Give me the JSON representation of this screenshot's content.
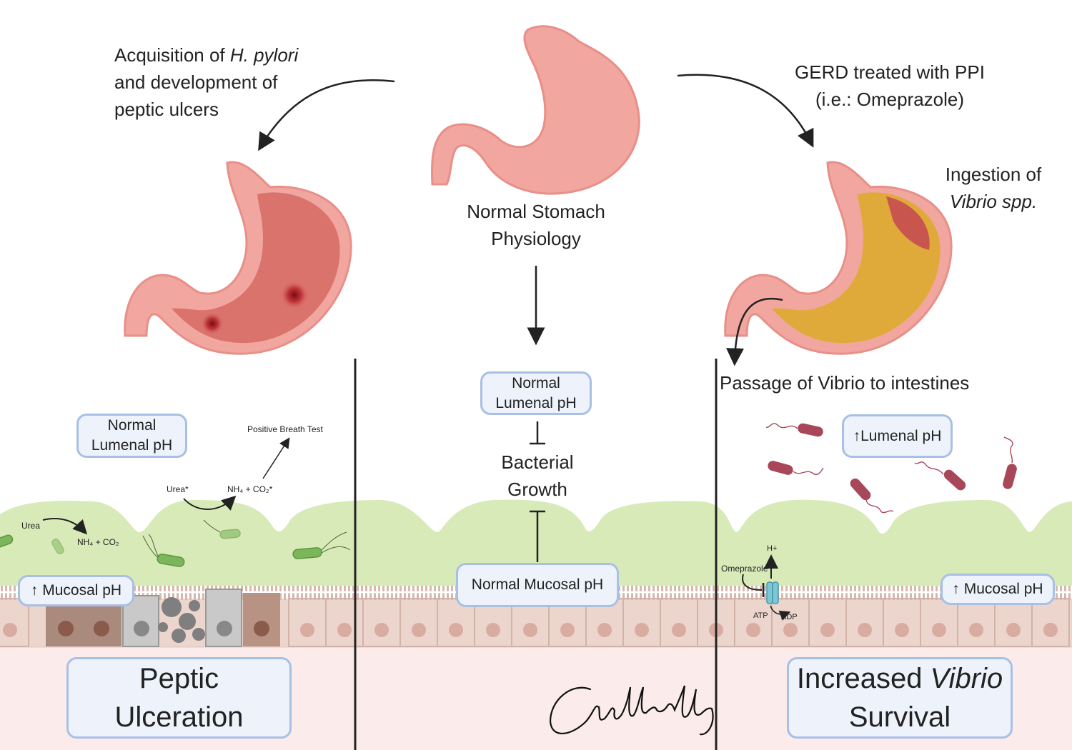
{
  "top": {
    "left_caption": {
      "pre": "Acquisition of ",
      "italic": "H. pylori",
      "line2": "and development of",
      "line3": "peptic ulcers"
    },
    "center_caption": {
      "line1": "Normal Stomach",
      "line2": "Physiology"
    },
    "right_caption": {
      "line1": "GERD treated with PPI",
      "line2": "(i.e.: Omeprazole)"
    },
    "ingestion": {
      "line1": "Ingestion of",
      "italic": "Vibrio spp."
    },
    "passage": "Passage of Vibrio to intestines"
  },
  "left_panel": {
    "lumenal_box": {
      "line1": "Normal",
      "line2": "Lumenal pH"
    },
    "positive_breath": "Positive Breath Test",
    "urea_star": "Urea*",
    "nh4_co2_star": "NH₄ + CO₂*",
    "urea": "Urea",
    "nh4_co2": "NH₄ + CO₂",
    "mucosal_box": "↑ Mucosal pH",
    "result": {
      "line1": "Peptic",
      "line2": "Ulceration"
    }
  },
  "center_panel": {
    "lumenal_box": {
      "line1": "Normal",
      "line2": "Lumenal pH"
    },
    "bacterial": {
      "line1": "Bacterial",
      "line2": "Growth"
    },
    "mucosal_box": "Normal Mucosal pH"
  },
  "right_panel": {
    "lumenal_box": "↑Lumenal pH",
    "h_plus": "H+",
    "omeprazole": "Omeprazole",
    "atp": "ATP",
    "adp": "ADP",
    "mucosal_box": "↑ Mucosal pH",
    "result": {
      "pre": "Increased ",
      "italic": "Vibrio",
      "line2": "Survival"
    }
  },
  "signature": "Cullen Lilley",
  "colors": {
    "stomach": "#f2a6a0",
    "stomach_inner": "#d9736c",
    "mucus": "#d8eab8",
    "cells": "#ecd5cc",
    "submucosa": "#fbeceb",
    "box_fill": "#eef3fb",
    "box_border": "#a8bfe6",
    "bacteria_green": "#7cb65a",
    "vibrio": "#a8475a",
    "bile": "#e0aa3a"
  }
}
